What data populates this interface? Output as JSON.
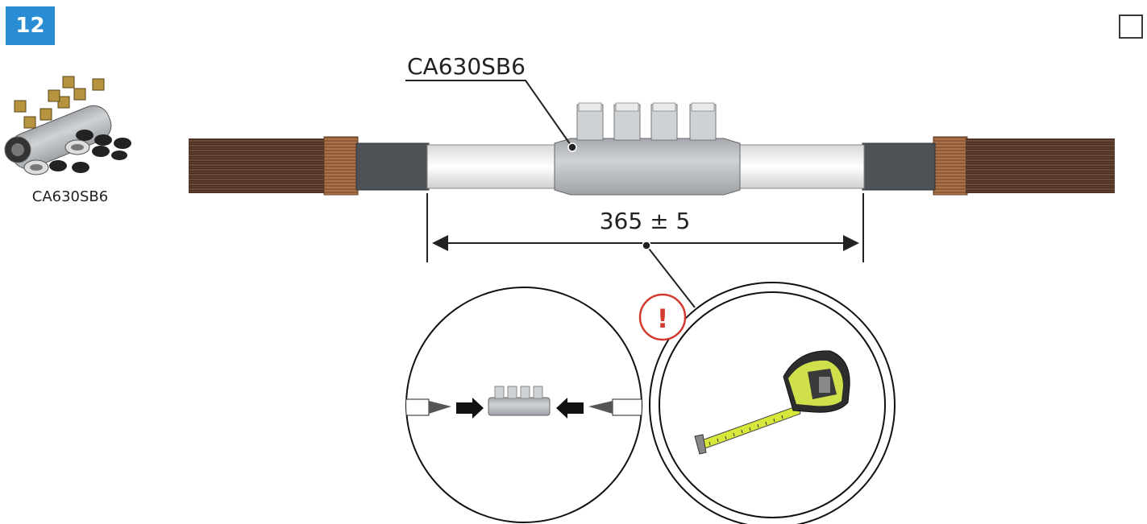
{
  "step": {
    "number": "12"
  },
  "product": {
    "label": "CA630SB6"
  },
  "connector": {
    "part_label": "CA630SB6"
  },
  "dimension": {
    "label": "365 ± 5"
  },
  "warning": {
    "symbol": "!"
  },
  "colors": {
    "accent": "#2a8dd4",
    "warning": "#d23a2e",
    "tape": "#d8e83a"
  },
  "icons": [
    "product-kit-icon",
    "connector-icon",
    "warning-icon",
    "tape-measure-icon",
    "push-arrow-icon"
  ]
}
